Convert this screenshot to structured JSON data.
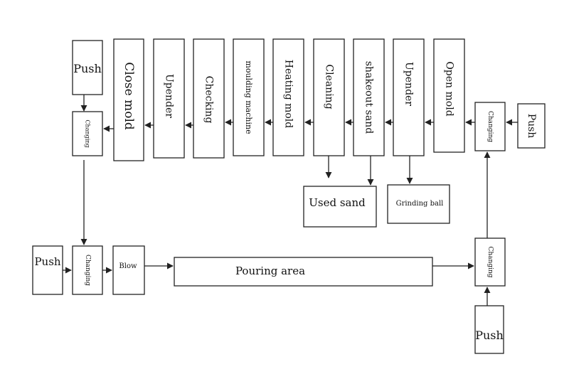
{
  "labels": {
    "push_top_left": "Push",
    "changing_top_left": "Changing",
    "close_mold": "Close mold",
    "upender_left": "Upender",
    "checking": "Checking",
    "moulding_machine": "moulding machine",
    "heating_mold": "Heating mold",
    "cleaning": "Cleaning",
    "shakeout_sand": "shakeout sand",
    "upender_right": "Upender",
    "open_mold": "Open mold",
    "changing_top_right": "Changing",
    "push_top_right": "Push",
    "used_sand": "Used sand",
    "grinding_ball": "Grinding ball",
    "push_mid_left": "Push",
    "changing_mid_left": "Changing",
    "blow": "Blow",
    "pouring_area": "Pouring area",
    "changing_mid_right": "Changing",
    "push_bottom_right": "Push"
  }
}
